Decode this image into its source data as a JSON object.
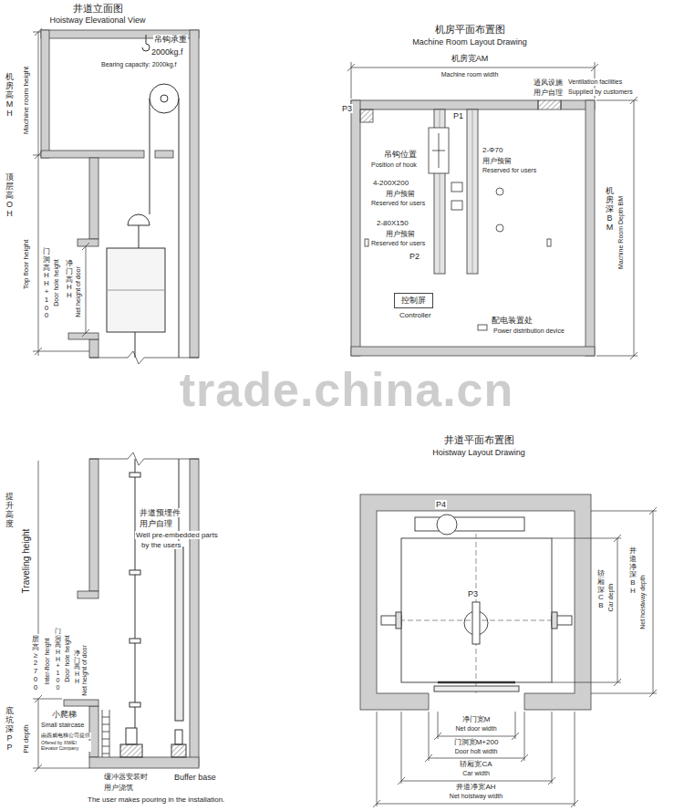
{
  "diagram": {
    "nodes": [
      {
        "text": [
          "控制屏",
          "Controller"
        ]
      }
    ],
    "labels": [
      "井道立面图",
      "Hoistway Elevational View",
      "吊钩承重",
      "2000kg.f",
      "Bearing capacity: 2000kg.f",
      "机房高MH",
      "Machine room height",
      "顶层高OH",
      "Top floor height",
      "门洞高HH+100",
      "Door hole height",
      "净门高HH",
      "Net height of door",
      "井道预埋件",
      "用户自理",
      "Well pre-embedded parts",
      "by the users",
      "提升高度",
      "Traveling height",
      "层高≥2700",
      "Inter-floor height",
      "门洞高HH+100",
      "Door hole height",
      "净门高HH",
      "Net height of door",
      "底坑深PP",
      "Pit depth",
      "小爬梯",
      "Small staircase",
      "由西威电梯公司提供",
      "Offered by XIWEI Elevator Company",
      "缓冲器安装时",
      "Buffer base",
      "用户浇筑",
      "The user makes pouring in the installation.",
      "机房平面布置图",
      "Machine Room Layout Drawing",
      "机房宽AM",
      "Machine room width",
      "P1",
      "P3",
      "通风设施",
      "用户自理",
      "Ventilation facilities",
      "Supplied by customers",
      "吊钩位置",
      "Position of hook",
      "2-Φ70",
      "用户预留",
      "Reserved for users",
      "4-200X200",
      "用户预留",
      "Reserved for users",
      "2-80X150",
      "用户预留",
      "Reserved for users",
      "P2",
      "机房深BM",
      "Machine Room Depth BM",
      "配电装置处",
      "Power distribution device",
      "井道平面布置图",
      "Hoistway Layout Drawing",
      "P4",
      "P3",
      "轿厢深CB",
      "Car depth",
      "井道净深BH",
      "Net hoistway depth",
      "净门宽M",
      "Net door width",
      "门洞宽M+200",
      "Door holt width",
      "轿厢宽CA",
      "Car width",
      "井道净宽AH",
      "Net hoistway width",
      "trade.china.cn"
    ]
  }
}
